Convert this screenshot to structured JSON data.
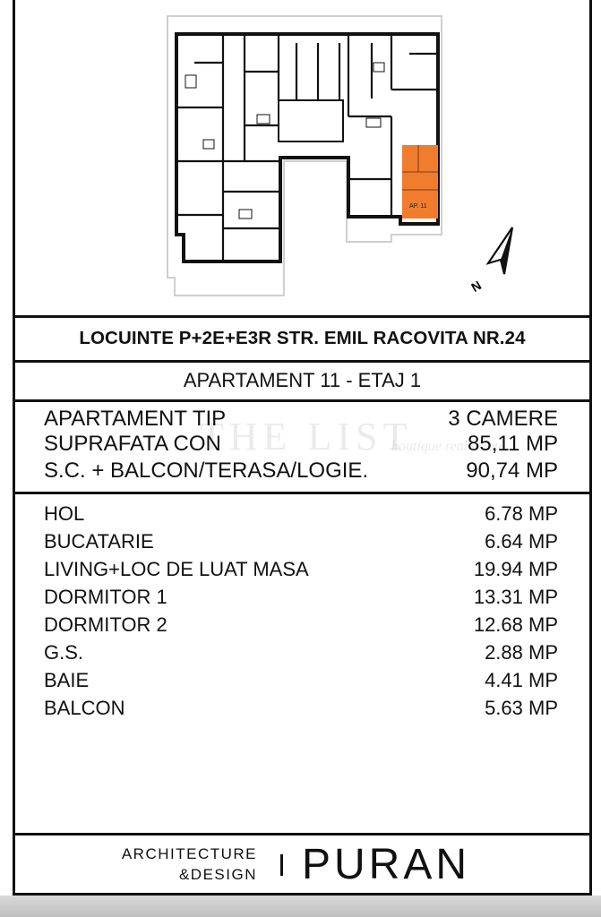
{
  "project_title": "LOCUINTE P+2E+E3R STR. EMIL RACOVITA NR.24",
  "apartment_heading": "APARTAMENT 11 - ETAJ 1",
  "plan": {
    "unit_label": "AP. 11",
    "north_label": "N",
    "highlight_color": "#f07d2e"
  },
  "summary": [
    {
      "label": "APARTAMENT TIP",
      "value": "3 CAMERE"
    },
    {
      "label": "SUPRAFATA CON",
      "value": "85,11 MP"
    },
    {
      "label": "S.C. + BALCON/TERASA/LOGIE.",
      "value": "90,74 MP"
    }
  ],
  "rooms": [
    {
      "label": "HOL",
      "value": "6.78 MP"
    },
    {
      "label": "BUCATARIE",
      "value": "6.64 MP"
    },
    {
      "label": "LIVING+LOC DE LUAT MASA",
      "value": "19.94 MP"
    },
    {
      "label": "DORMITOR 1",
      "value": "13.31 MP"
    },
    {
      "label": "DORMITOR 2",
      "value": "12.68 MP"
    },
    {
      "label": "G.S.",
      "value": "2.88 MP"
    },
    {
      "label": "BAIE",
      "value": "4.41 MP"
    },
    {
      "label": "BALCON",
      "value": "5.63 MP"
    }
  ],
  "watermark": {
    "main": "THE LIST",
    "sub": "boutique real estate"
  },
  "footer": {
    "line1": "ARCHITECTURE",
    "line2": "&DESIGN",
    "brand": "PURAN"
  }
}
